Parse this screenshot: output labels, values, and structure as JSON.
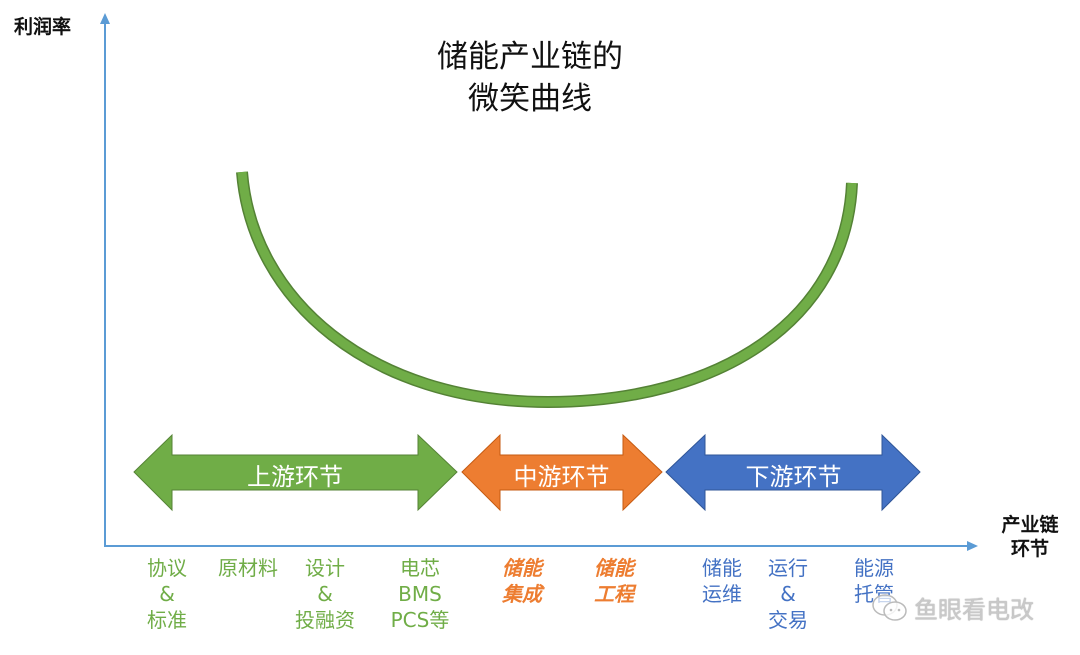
{
  "title": {
    "line1": "储能产业链的",
    "line2": "微笑曲线"
  },
  "axes": {
    "y_label": "利润率",
    "x_label_line1": "产业链",
    "x_label_line2": "环节",
    "axis_color": "#5b9bd5"
  },
  "curve": {
    "name": "smile-curve",
    "color": "#70ad47"
  },
  "segments": [
    {
      "label": "上游环节",
      "color": "#70ad47"
    },
    {
      "label": "中游环节",
      "color": "#ed7d31"
    },
    {
      "label": "下游环节",
      "color": "#4472c4"
    }
  ],
  "stages": {
    "upstream": [
      {
        "lines": [
          "协议",
          "&",
          "标准"
        ]
      },
      {
        "lines": [
          "原材料"
        ]
      },
      {
        "lines": [
          "设计",
          "&",
          "投融资"
        ]
      },
      {
        "lines": [
          "电芯",
          "BMS",
          "PCS等"
        ]
      }
    ],
    "midstream": [
      {
        "lines": [
          "储能",
          "集成"
        ]
      },
      {
        "lines": [
          "储能",
          "工程"
        ]
      }
    ],
    "downstream": [
      {
        "lines": [
          "储能",
          "运维"
        ]
      },
      {
        "lines": [
          "运行",
          "&",
          "交易"
        ]
      },
      {
        "lines": [
          "能源",
          "托管"
        ]
      }
    ]
  },
  "watermark": {
    "text": "鱼眼看电改",
    "icon": "wechat-icon"
  }
}
